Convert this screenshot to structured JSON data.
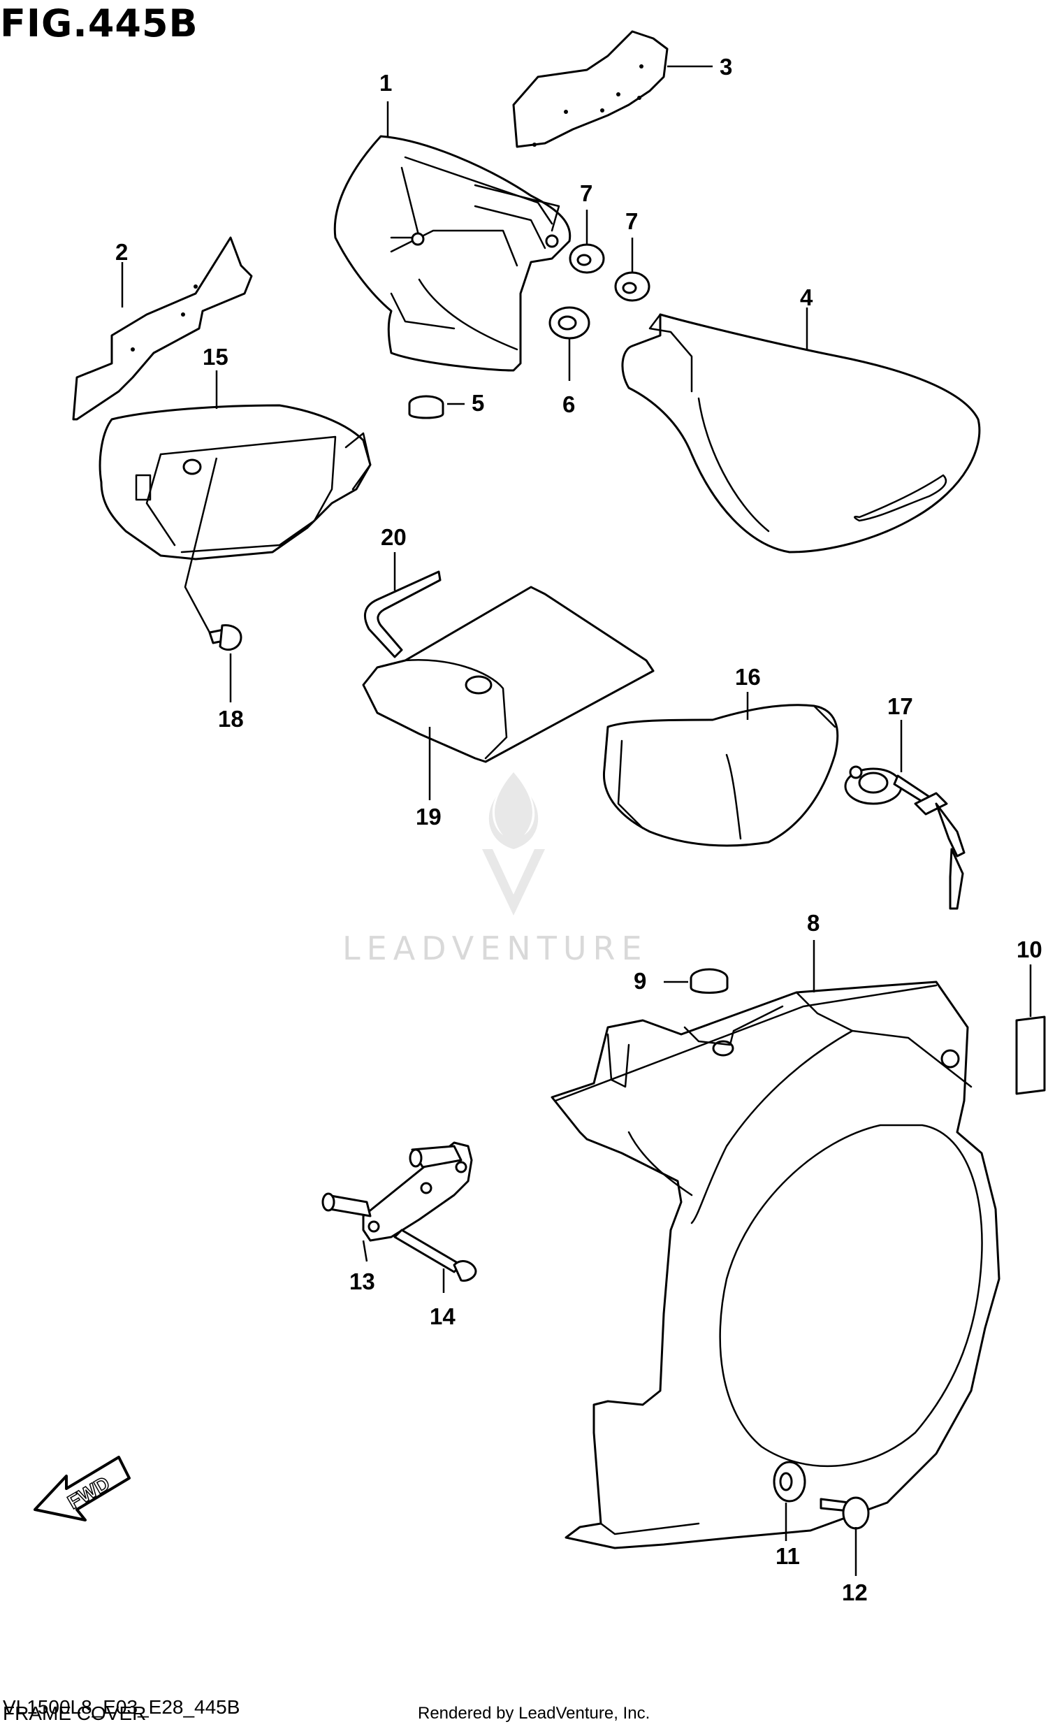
{
  "figure": {
    "title": "FIG.445B",
    "model_code": "VL1500L8_E03_E28_445B",
    "section_name": "FRAME COVER",
    "rendered_by": "Rendered by LeadVenture, Inc.",
    "watermark": "LEADVENTURE",
    "direction_label": "FWD"
  },
  "callouts": [
    {
      "id": "1",
      "part": "frame-cover-inner-left"
    },
    {
      "id": "2",
      "part": "cushion-left"
    },
    {
      "id": "3",
      "part": "cushion-right"
    },
    {
      "id": "4",
      "part": "frame-cover-right"
    },
    {
      "id": "5",
      "part": "cushion-small"
    },
    {
      "id": "6",
      "part": "grommet"
    },
    {
      "id": "7",
      "part": "grommet-a"
    },
    {
      "id": "7",
      "part": "grommet-b"
    },
    {
      "id": "8",
      "part": "frame-cover-left"
    },
    {
      "id": "9",
      "part": "cushion-top"
    },
    {
      "id": "10",
      "part": "label"
    },
    {
      "id": "11",
      "part": "grommet-lower"
    },
    {
      "id": "12",
      "part": "screw-lower"
    },
    {
      "id": "13",
      "part": "bracket"
    },
    {
      "id": "14",
      "part": "bolt"
    },
    {
      "id": "15",
      "part": "tool-box-cover"
    },
    {
      "id": "16",
      "part": "lock-case"
    },
    {
      "id": "17",
      "part": "lock-set"
    },
    {
      "id": "18",
      "part": "screw"
    },
    {
      "id": "19",
      "part": "tool-bag"
    },
    {
      "id": "20",
      "part": "hex-wrench"
    }
  ]
}
